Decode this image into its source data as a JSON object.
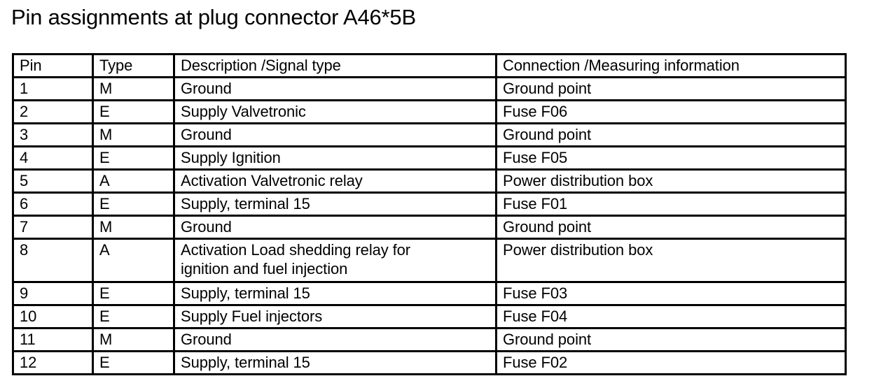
{
  "document": {
    "title": "Pin assignments at plug connector A46*5B"
  },
  "table": {
    "columns": [
      {
        "key": "pin",
        "label": "Pin"
      },
      {
        "key": "type",
        "label": "Type"
      },
      {
        "key": "desc",
        "label": "Description /Signal type"
      },
      {
        "key": "conn",
        "label": "Connection /Measuring information"
      }
    ],
    "rows": [
      {
        "pin": "1",
        "type": "M",
        "desc": [
          "Ground"
        ],
        "conn": "Ground point"
      },
      {
        "pin": "2",
        "type": "E",
        "desc": [
          "Supply Valvetronic"
        ],
        "conn": "Fuse F06"
      },
      {
        "pin": "3",
        "type": "M",
        "desc": [
          "Ground"
        ],
        "conn": "Ground point"
      },
      {
        "pin": "4",
        "type": "E",
        "desc": [
          "Supply Ignition"
        ],
        "conn": "Fuse F05"
      },
      {
        "pin": "5",
        "type": "A",
        "desc": [
          "Activation Valvetronic relay"
        ],
        "conn": "Power distribution box"
      },
      {
        "pin": "6",
        "type": "E",
        "desc": [
          "Supply, terminal 15"
        ],
        "conn": "Fuse F01"
      },
      {
        "pin": "7",
        "type": "M",
        "desc": [
          "Ground"
        ],
        "conn": "Ground point"
      },
      {
        "pin": "8",
        "type": "A",
        "desc": [
          "Activation Load shedding relay for",
          "ignition and fuel injection"
        ],
        "conn": "Power distribution box"
      },
      {
        "pin": "9",
        "type": "E",
        "desc": [
          "Supply, terminal 15"
        ],
        "conn": "Fuse F03"
      },
      {
        "pin": "10",
        "type": "E",
        "desc": [
          "Supply Fuel injectors"
        ],
        "conn": "Fuse F04"
      },
      {
        "pin": "11",
        "type": "M",
        "desc": [
          "Ground"
        ],
        "conn": "Ground point"
      },
      {
        "pin": "12",
        "type": "E",
        "desc": [
          "Supply, terminal 15"
        ],
        "conn": "Fuse F02"
      }
    ]
  },
  "colors": {
    "text": "#000000",
    "background": "#ffffff",
    "border": "#000000"
  }
}
